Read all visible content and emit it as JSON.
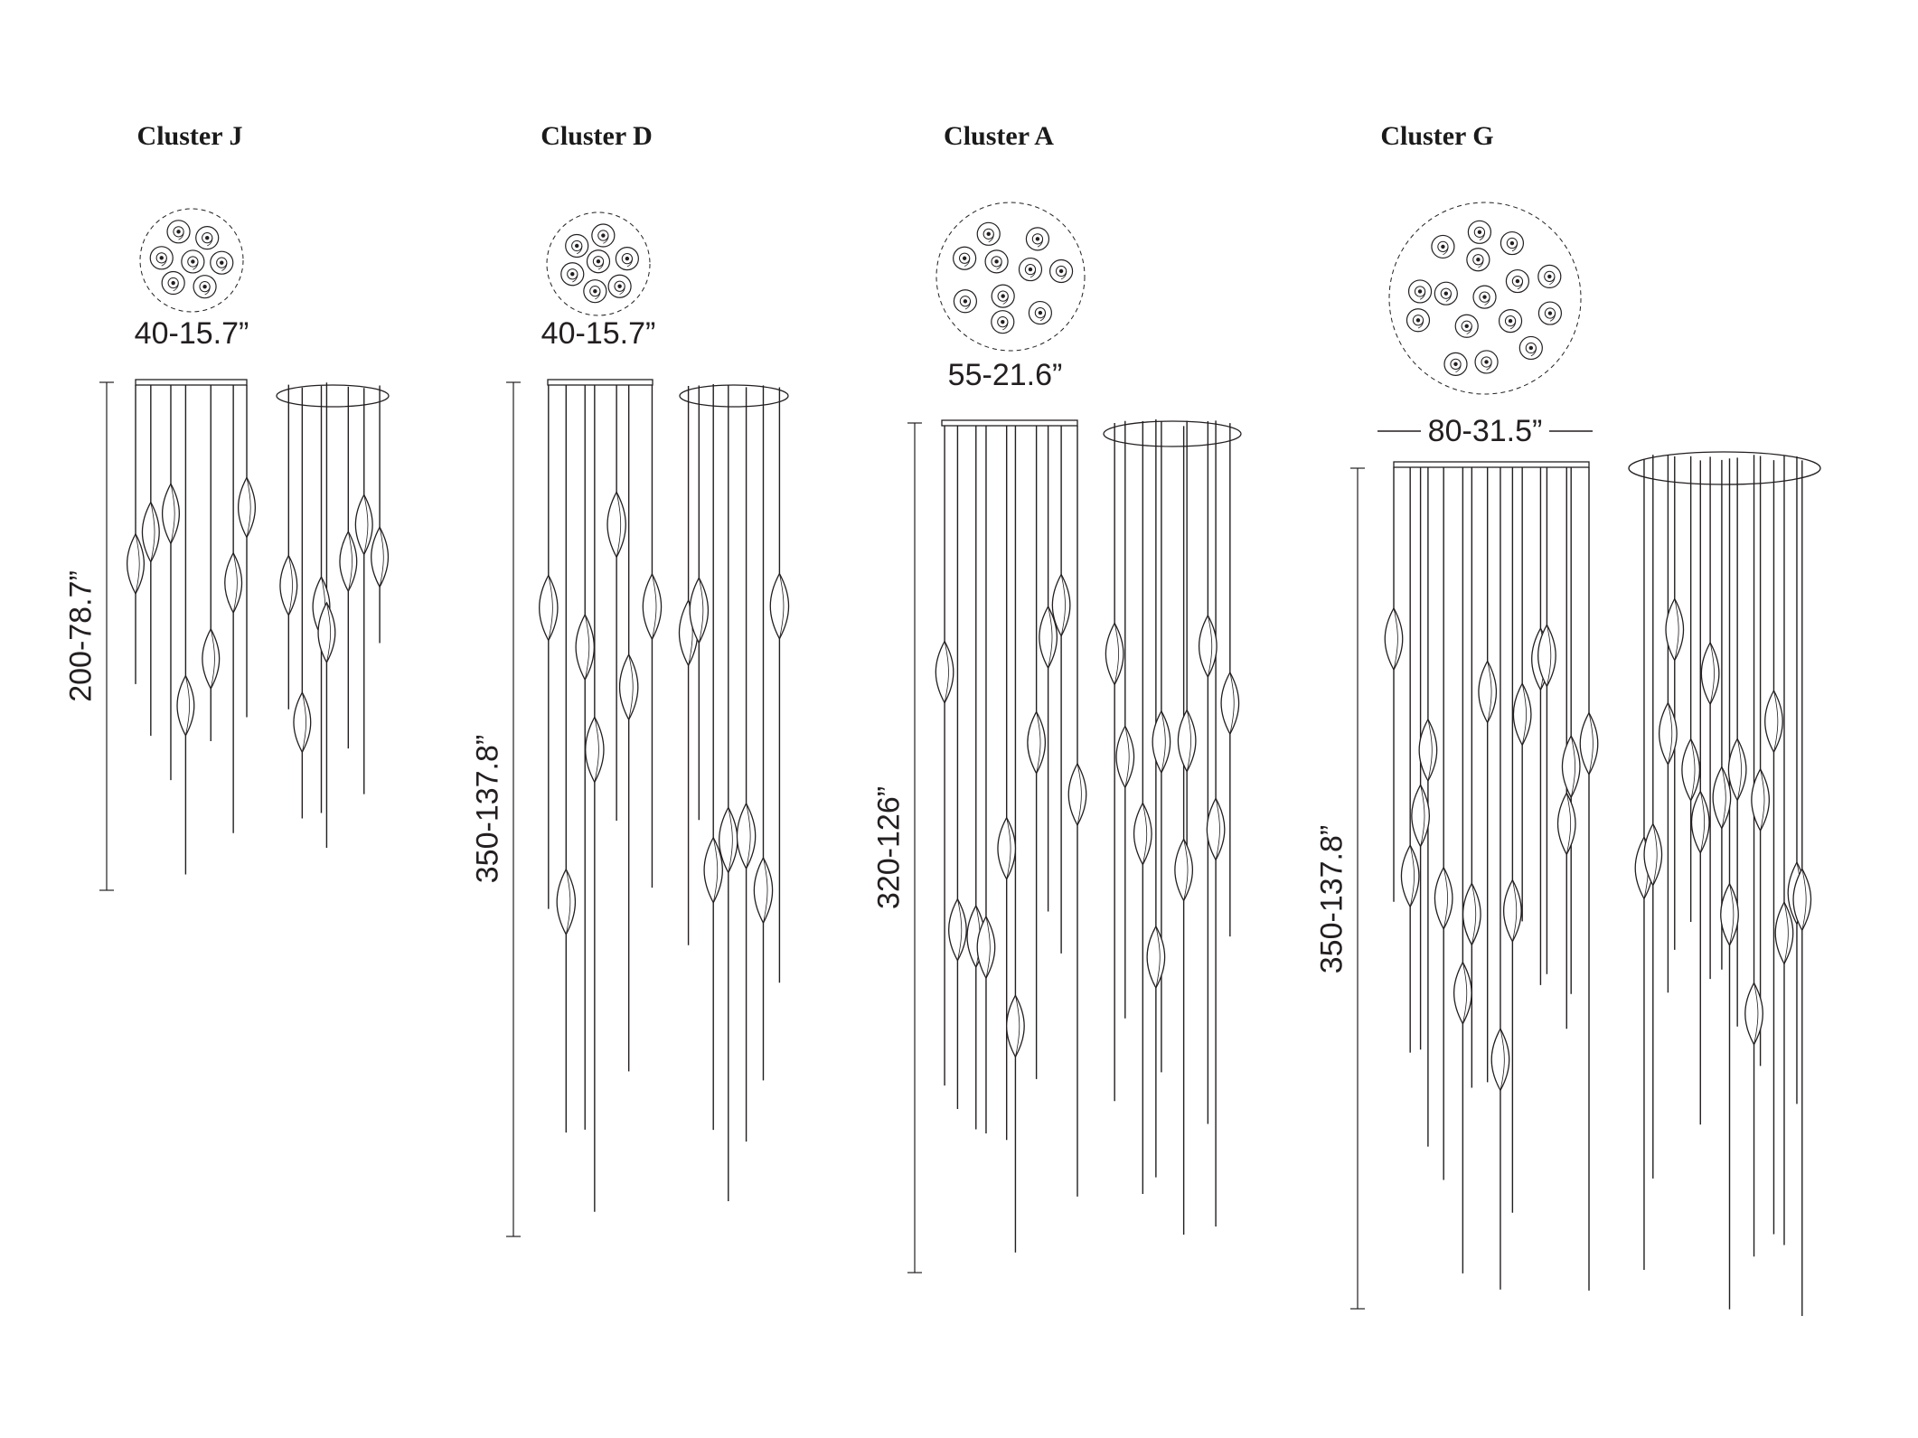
{
  "page": {
    "background": "#ffffff",
    "line_color": "#231f20"
  },
  "clusters": [
    {
      "id": "J",
      "title": "Cluster J",
      "canopy_width_label": "40-15.7”",
      "drop_height_label": "200-78.7”",
      "pendant_count": 7
    },
    {
      "id": "D",
      "title": "Cluster D",
      "canopy_width_label": "40-15.7”",
      "drop_height_label": "350-137.8”",
      "pendant_count": 7
    },
    {
      "id": "A",
      "title": "Cluster A",
      "canopy_width_label": "55-21.6”",
      "drop_height_label": "320-126”",
      "pendant_count": 10
    },
    {
      "id": "G",
      "title": "Cluster G",
      "canopy_width_label": "80-31.5”",
      "drop_height_label": "350-137.8”",
      "pendant_count": 16
    }
  ]
}
